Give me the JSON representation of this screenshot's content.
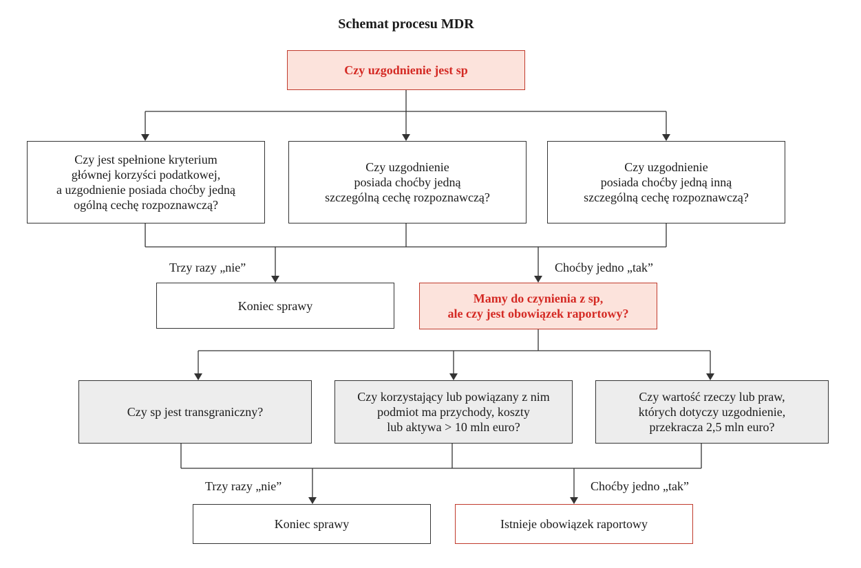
{
  "title": "Schemat procesu MDR",
  "start": {
    "text": "Czy uzgodnienie jest sp"
  },
  "level1": [
    {
      "text": "Czy jest spełnione kryterium\ngłównej korzyści podatkowej,\na uzgodnienie posiada choćby jedną\nogólną cechę rozpoznawczą?"
    },
    {
      "text": "Czy uzgodnienie\nposiada choćby jedną\nszczególną cechę rozpoznawczą?"
    },
    {
      "text": "Czy uzgodnienie\nposiada choćby jedną inną\nszczególną cechę rozpoznawczą?"
    }
  ],
  "branch1": {
    "no_label": "Trzy razy „nie”",
    "yes_label": "Choćby jedno „tak”"
  },
  "end1": {
    "text": "Koniec sprawy"
  },
  "middle": {
    "text": "Mamy do czynienia z sp,\nale czy jest obowiązek raportowy?"
  },
  "level2": [
    {
      "text": "Czy sp jest transgraniczny?"
    },
    {
      "text": "Czy korzystający lub powiązany z nim\npodmiot ma przychody, koszty\nlub aktywa > 10 mln euro?"
    },
    {
      "text": "Czy wartość rzeczy lub praw,\nktórych dotyczy uzgodnienie,\nprzekracza 2,5 mln euro?"
    }
  ],
  "branch2": {
    "no_label": "Trzy razy „nie”",
    "yes_label": "Choćby jedno „tak”"
  },
  "end2": {
    "text": "Koniec sprawy"
  },
  "result": {
    "text": "Istnieje obowiązek raportowy"
  },
  "colors": {
    "accent_red": "#d42a24",
    "pink_fill": "#fce3dc",
    "grey_fill": "#ededed",
    "line": "#333333"
  }
}
